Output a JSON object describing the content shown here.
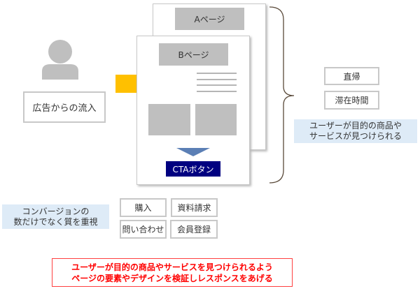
{
  "visitor": {
    "label": "広告からの流入"
  },
  "page_a": {
    "title": "Aページ"
  },
  "page_b": {
    "title": "Bページ",
    "cta": "CTAボタン"
  },
  "metrics": [
    "直帰",
    "滞在時間"
  ],
  "metrics_note": [
    "ユーザーが目的の商品や",
    "サービスが見つけられる"
  ],
  "conversion_note": [
    "コンバージョンの",
    "数だけでなく質を重視"
  ],
  "conversions": [
    "購入",
    "資料請求",
    "問い合わせ",
    "会員登録"
  ],
  "conclusion": [
    "ユーザーが目的の商品やサービスを見つけられるよう",
    "ページの要素やデザインを検証しレスポンスをあげる"
  ],
  "colors": {
    "arrow": "#ffc000",
    "cta": "#000080",
    "note_bg": "#deebf7",
    "red": "#ff0000",
    "triangle": "#5b7fb5"
  }
}
